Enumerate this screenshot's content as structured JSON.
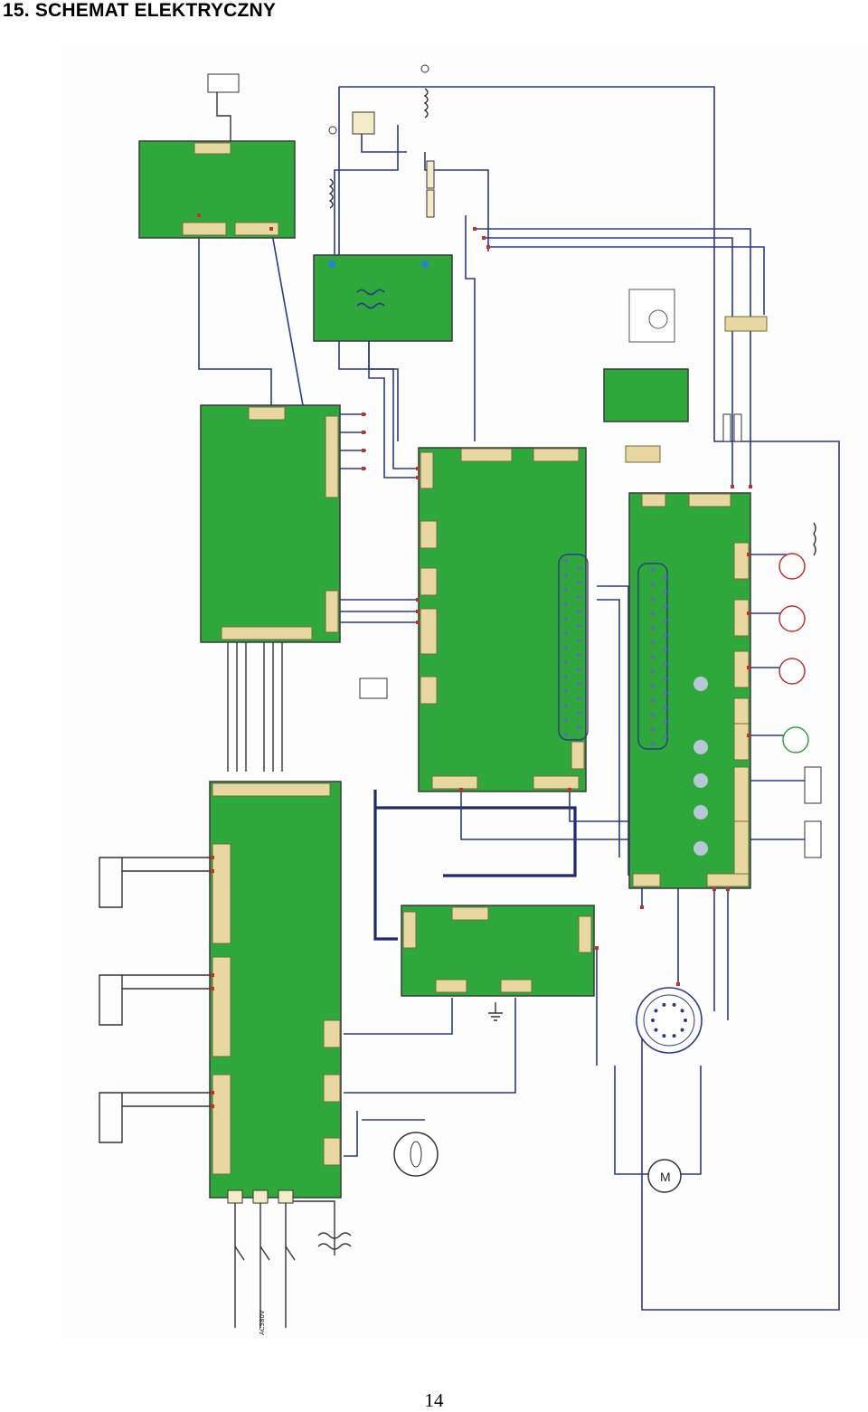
{
  "page": {
    "heading": "15. SCHEMAT ELEKTRYCZNY",
    "page_number": "14"
  },
  "diagram": {
    "labels": {
      "supply_voltage": "AC380V",
      "motor_symbol": "M"
    },
    "colors": {
      "board_fill": "#2ea83a",
      "wire": "#2b3a8c",
      "terminal": "#c33030",
      "pin_strip": "#e8d7a0",
      "connector_pins": "#5b6db3"
    }
  }
}
